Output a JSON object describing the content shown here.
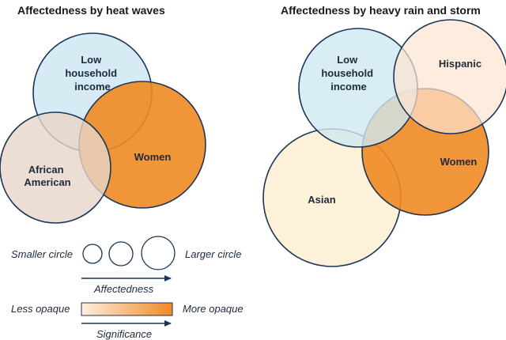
{
  "panels": {
    "heat": {
      "title": "Affectedness by heat waves",
      "groups": [
        {
          "id": "low-income",
          "lines": [
            "Low",
            "household",
            "income"
          ],
          "color": "#cfe8f1",
          "opacity": 0.85
        },
        {
          "id": "women",
          "lines": [
            "Women"
          ],
          "color": "#f08a24",
          "opacity": 0.9
        },
        {
          "id": "african-american",
          "lines": [
            "African",
            "American"
          ],
          "color": "#e7d6c9",
          "opacity": 0.8
        }
      ]
    },
    "rain": {
      "title": "Affectedness by heavy rain and storm",
      "groups": [
        {
          "id": "asian",
          "lines": [
            "Asian"
          ],
          "color": "#fdf0d6",
          "opacity": 0.9
        },
        {
          "id": "women",
          "lines": [
            "Women"
          ],
          "color": "#f08a24",
          "opacity": 0.9
        },
        {
          "id": "low-income",
          "lines": [
            "Low",
            "household",
            "income"
          ],
          "color": "#cfe8f1",
          "opacity": 0.8
        },
        {
          "id": "hispanic",
          "lines": [
            "Hispanic"
          ],
          "color": "#fde4d2",
          "opacity": 0.7
        }
      ]
    }
  },
  "legend": {
    "smaller_circle": "Smaller circle",
    "larger_circle": "Larger circle",
    "affectedness": "Affectedness",
    "less_opaque": "Less opaque",
    "more_opaque": "More opaque",
    "significance": "Significance",
    "gradient_from": "#fdeee0",
    "gradient_to": "#f08a24",
    "arrow_color": "#1c3557"
  }
}
